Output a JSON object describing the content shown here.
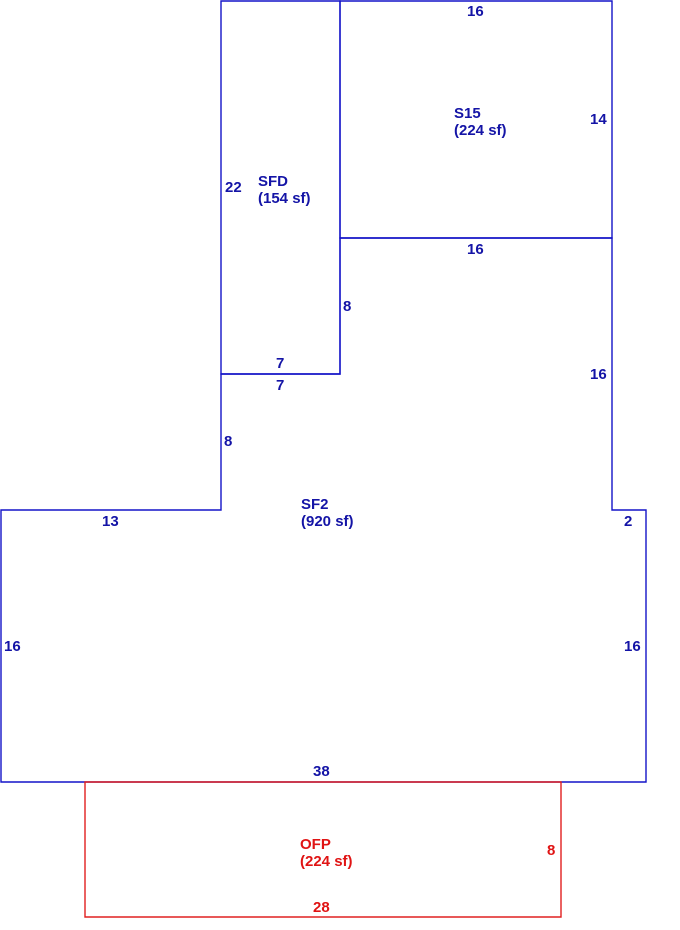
{
  "areas": {
    "sfd": {
      "name": "SFD",
      "size": "(154 sf)",
      "color": "#1414a6"
    },
    "s15": {
      "name": "S15",
      "size": "(224 sf)",
      "color": "#1414a6"
    },
    "sf2": {
      "name": "SF2",
      "size": "(920 sf)",
      "color": "#1414a6"
    },
    "ofp": {
      "name": "OFP",
      "size": "(224 sf)",
      "color": "#e01414"
    }
  },
  "dimensions": {
    "s15_top": "16",
    "s15_right": "14",
    "s15_bottom": "16",
    "sfd_left": "22",
    "sfd_right": "8",
    "sfd_bottom_inside": "7",
    "sfd_bottom_outside": "7",
    "sf2_notch_left": "8",
    "sf2_right_upper": "16",
    "sf2_step_right": "2",
    "sf2_left_wing_top": "13",
    "sf2_left": "16",
    "sf2_right_lower": "16",
    "sf2_bottom": "38",
    "ofp_right": "8",
    "ofp_bottom": "28"
  }
}
